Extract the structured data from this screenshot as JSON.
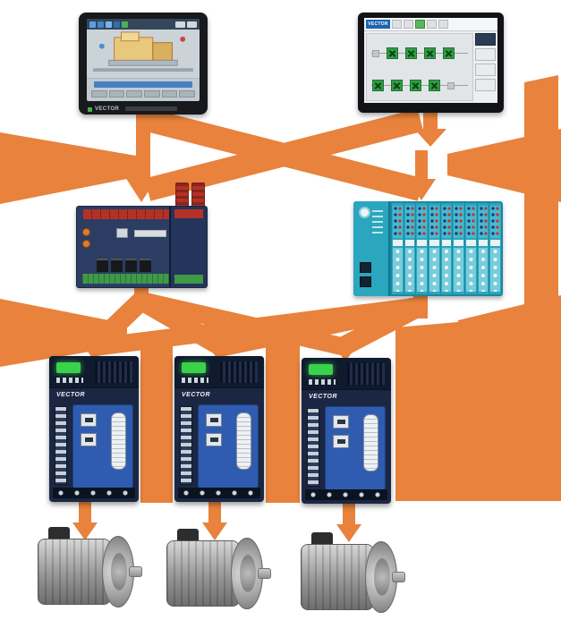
{
  "colors": {
    "connector": "#E8823C",
    "device_navy": "#1b2742",
    "drive_panel": "#2f5cb0",
    "drive_display": "#39d24a",
    "plc_body": "#2c3d63",
    "module_red": "#b23228",
    "terminal_green": "#3f9a48",
    "controller_teal": "#2aa6bf",
    "hmi_bezel": "#17191d",
    "screen_gray": "#c2cbd1",
    "green_button": "#2f9e44",
    "logo_blue": "#1c63b0",
    "motor_gray": "#9aa0a3"
  },
  "labels": {
    "drive_brand": "VECTOR",
    "hmi_left_brand": "VECTOR",
    "hmi_right_brand": "VECTOR"
  }
}
